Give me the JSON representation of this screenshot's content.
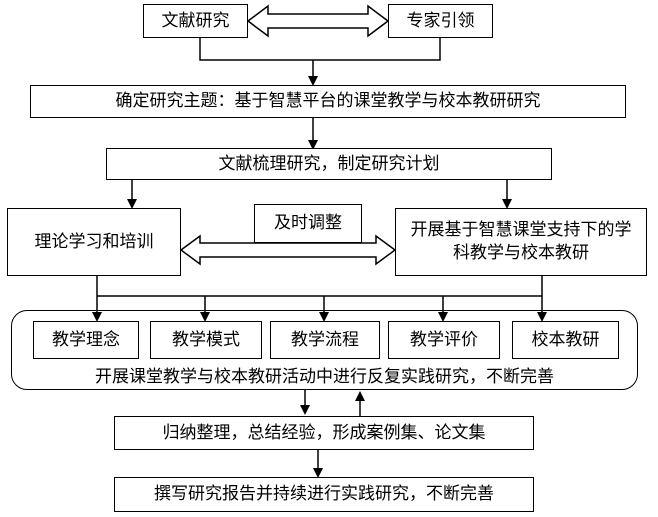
{
  "nodes": {
    "literature": "文献研究",
    "experts": "专家引领",
    "topic": "确定研究主题：基于智慧平台的课堂教学与校本教研研究",
    "plan": "文献梳理研究，制定研究计划",
    "training": "理论学习和培训",
    "adjust": "及时调整",
    "teaching": "开展基于智慧课堂支持下的学科教学与校本教研",
    "aspects": [
      "教学理念",
      "教学模式",
      "教学流程",
      "教学评价",
      "校本教研"
    ],
    "practice": "开展课堂教学与校本教研活动中进行反复实践研究，不断完善",
    "summary": "归纳整理，总结经验，形成案例集、论文集",
    "report": "撰写研究报告并持续进行实践研究，不断完善"
  }
}
